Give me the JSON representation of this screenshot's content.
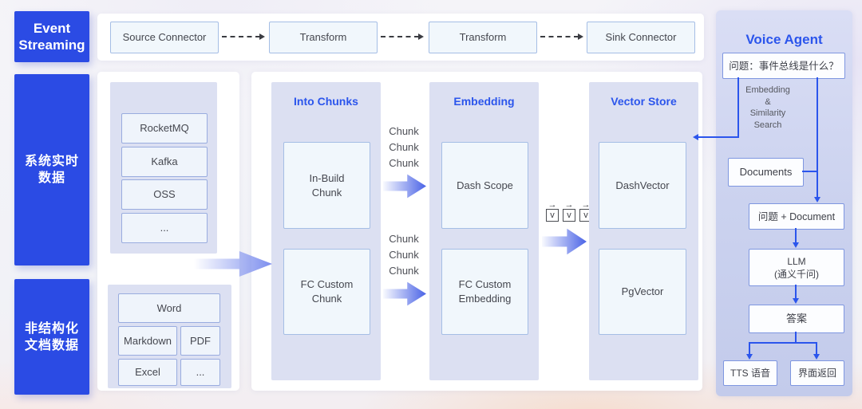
{
  "colors": {
    "rail_blue": "#2B4BE4",
    "title_blue": "#2B55EC",
    "line_blue": "#2B55EC"
  },
  "left_rail": {
    "event_streaming_line1": "Event",
    "event_streaming_line2": "Streaming",
    "realtime_line1": "系统实时",
    "realtime_line2": "数据",
    "unstructured_line1": "非结构化",
    "unstructured_line2": "文档数据"
  },
  "pipeline": {
    "source_connector": "Source Connector",
    "transform_1": "Transform",
    "transform_2": "Transform",
    "sink_connector": "Sink Connector"
  },
  "realtime_sources": {
    "items": [
      "RocketMQ",
      "Kafka",
      "OSS",
      "..."
    ]
  },
  "doc_sources": {
    "word": "Word",
    "markdown": "Markdown",
    "pdf": "PDF",
    "excel": "Excel",
    "more": "..."
  },
  "chunking": {
    "title": "Into Chunks",
    "inbuild_line1": "In-Build",
    "inbuild_line2": "Chunk",
    "custom_line1": "FC Custom",
    "custom_line2": "Chunk",
    "chunk_label": "Chunk"
  },
  "embedding": {
    "title": "Embedding",
    "dashscope": "Dash Scope",
    "custom_line1": "FC Custom",
    "custom_line2": "Embedding",
    "vector_arrow": "→",
    "vector_glyph": "v"
  },
  "vector_store": {
    "title": "Vector Store",
    "dashvector": "DashVector",
    "pgvector": "PgVector"
  },
  "voice_agent": {
    "title": "Voice Agent",
    "question": "问题：事件总线是什么？",
    "embed_search_line1": "Embedding",
    "embed_search_line2": "&",
    "embed_search_line3": "Similarity",
    "embed_search_line4": "Search",
    "documents": "Documents",
    "question_doc": "问题 + Document",
    "llm_line1": "LLM",
    "llm_line2": "(通义千问)",
    "answer": "答案",
    "tts": "TTS 语音",
    "ui_return": "界面返回"
  }
}
